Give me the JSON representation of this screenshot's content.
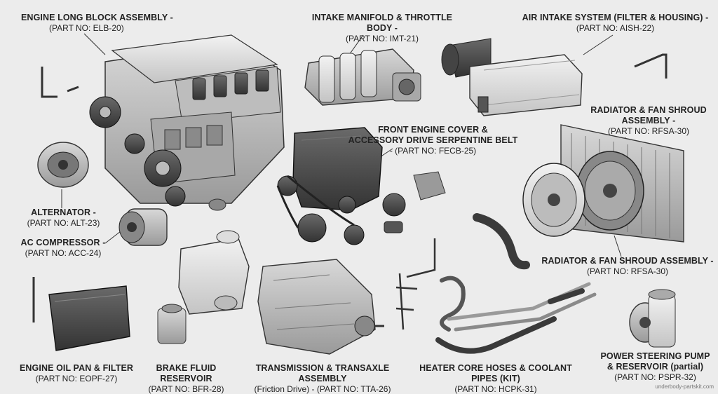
{
  "parts": {
    "engine_long_block": {
      "title": "ENGINE LONG BLOCK ASSEMBLY -",
      "part": "(PART NO: ELB-20)"
    },
    "intake_manifold": {
      "title": "INTAKE MANIFOLD & THROTTLE BODY -",
      "part": "(PART NO: IMT-21)"
    },
    "air_intake": {
      "title": "AIR INTAKE SYSTEM (FILTER & HOUSING) -",
      "part": "(PART NO: AISH-22)"
    },
    "front_cover": {
      "title1": "FRONT ENGINE COVER &",
      "title2": "ACCESSORY DRIVE SERPENTINE BELT",
      "part": "- (PART NO: FECB-25)"
    },
    "radiator_top": {
      "title1": "RADIATOR & FAN SHROUD",
      "title2": "ASSEMBLY -",
      "part": "(PART NO: RFSA-30)"
    },
    "alternator": {
      "title": "ALTERNATOR -",
      "part": "(PART NO: ALT-23)"
    },
    "ac_compressor": {
      "title": "AC COMPRESSOR -",
      "part": "(PART NO: ACC-24)"
    },
    "radiator_bottom": {
      "title": "RADIATOR & FAN SHROUD ASSEMBLY -",
      "part": "(PART NO: RFSA-30)"
    },
    "oil_pan": {
      "title": "ENGINE OIL PAN & FILTER",
      "part": "(PART NO: EOPF-27)"
    },
    "brake_fluid": {
      "title": "BRAKE FLUID RESERVOIR",
      "part": "(PART NO: BFR-28)"
    },
    "transmission": {
      "title": "TRANSMISSION & TRANSAXLE ASSEMBLY",
      "part": "(Friction Drive) - (PART NO: TTA-26)"
    },
    "heater_hoses": {
      "title": "HEATER CORE HOSES & COOLANT PIPES (KIT)",
      "part": "(PART NO: HCPK-31)"
    },
    "power_steering": {
      "title1": "POWER STEERING PUMP",
      "title2": "& RESERVOIR (partial)",
      "part": "(PART NO: PSPR-32)"
    }
  },
  "watermark": "underbody-partskit.com"
}
